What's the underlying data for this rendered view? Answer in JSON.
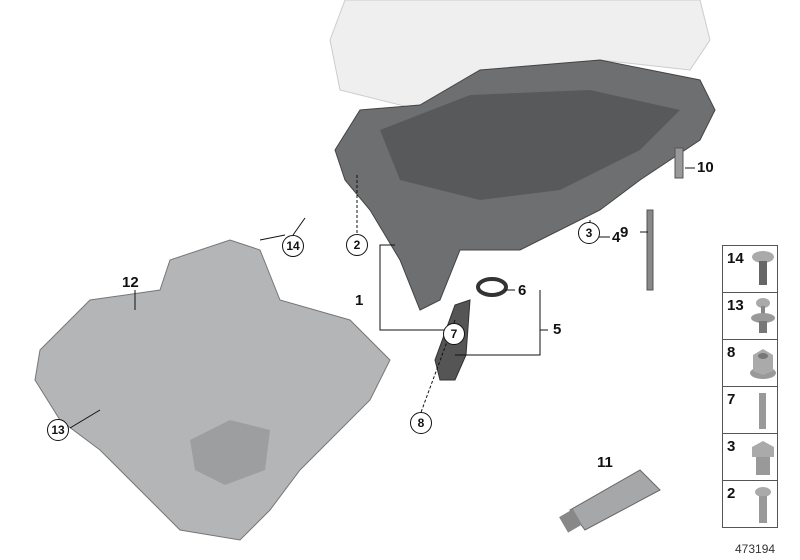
{
  "diagram": {
    "id": "473194",
    "callouts": [
      {
        "num": "1",
        "circled": false
      },
      {
        "num": "2",
        "circled": true
      },
      {
        "num": "3",
        "circled": true
      },
      {
        "num": "4",
        "circled": false
      },
      {
        "num": "5",
        "circled": false
      },
      {
        "num": "6",
        "circled": false
      },
      {
        "num": "7",
        "circled": true
      },
      {
        "num": "8",
        "circled": true
      },
      {
        "num": "9",
        "circled": false
      },
      {
        "num": "10",
        "circled": false
      },
      {
        "num": "11",
        "circled": false
      },
      {
        "num": "12",
        "circled": false
      },
      {
        "num": "13",
        "circled": true
      },
      {
        "num": "14",
        "circled": true
      }
    ],
    "legend": [
      {
        "num": "14",
        "icon": "clip-rivet-icon"
      },
      {
        "num": "13",
        "icon": "expanding-rivet-icon"
      },
      {
        "num": "8",
        "icon": "hex-collar-nut-icon"
      },
      {
        "num": "7",
        "icon": "stud-bolt-icon"
      },
      {
        "num": "3",
        "icon": "hex-bolt-icon"
      },
      {
        "num": "2",
        "icon": "torx-bolt-icon"
      }
    ]
  }
}
